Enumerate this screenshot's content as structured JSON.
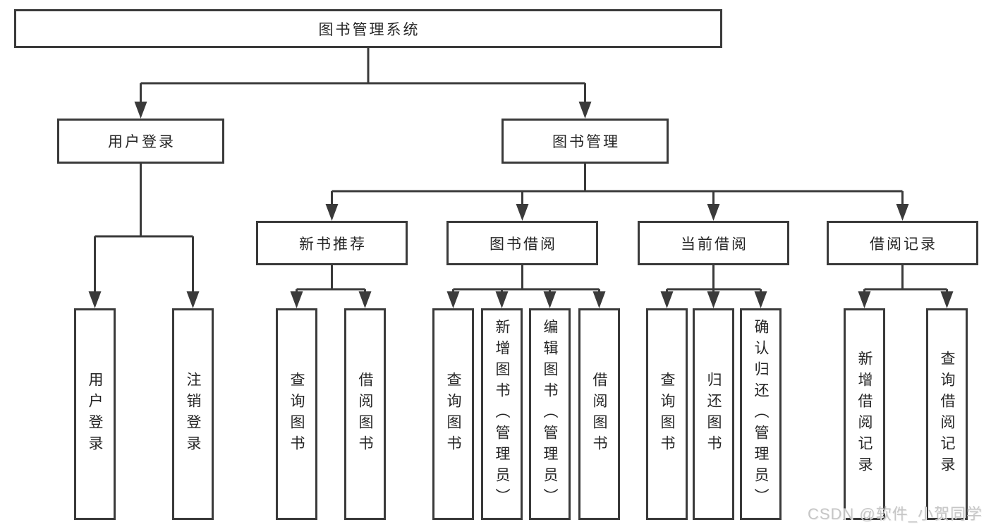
{
  "tree": {
    "label": "图书管理系统",
    "children": [
      {
        "label": "用户登录",
        "children": [
          {
            "label": "用户登录"
          },
          {
            "label": "注销登录"
          }
        ]
      },
      {
        "label": "图书管理",
        "children": [
          {
            "label": "新书推荐",
            "children": [
              {
                "label": "查询图书"
              },
              {
                "label": "借阅图书"
              }
            ]
          },
          {
            "label": "图书借阅",
            "children": [
              {
                "label": "查询图书"
              },
              {
                "label": "新增图书（管理员）"
              },
              {
                "label": "编辑图书（管理员）"
              },
              {
                "label": "借阅图书"
              }
            ]
          },
          {
            "label": "当前借阅",
            "children": [
              {
                "label": "查询图书"
              },
              {
                "label": "归还图书"
              },
              {
                "label": "确认归还（管理员）"
              }
            ]
          },
          {
            "label": "借阅记录",
            "children": [
              {
                "label": "新增借阅记录"
              },
              {
                "label": "查询借阅记录"
              }
            ]
          }
        ]
      }
    ]
  },
  "watermark": "CSDN @软件_小贺同学",
  "colors": {
    "line": "#3a3a3a",
    "text": "#262626",
    "watermark": "#c6c6c6",
    "background": "#ffffff"
  }
}
